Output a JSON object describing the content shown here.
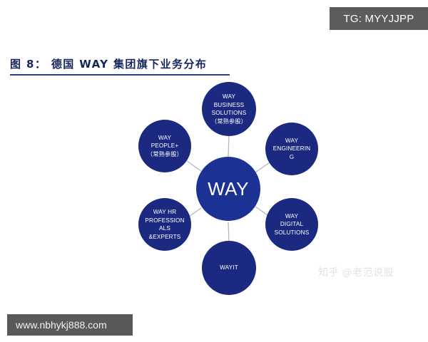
{
  "overlays": {
    "tg_badge": "TG: MYYJJPP",
    "site_badge": "www.nbhykj888.com",
    "zhihu_watermark": "知乎 @老范说股"
  },
  "figure": {
    "title": "图 8： 德国 WAY 集团旗下业务分布"
  },
  "chart_data": {
    "type": "diagram",
    "layout": "hub-and-spoke",
    "title": "图 8： 德国 WAY 集团旗下业务分布",
    "hub": {
      "id": "way",
      "label": "WAY",
      "color": "#1c3194"
    },
    "node_color": "#1b2a80",
    "link_color": "#b2b2ba",
    "nodes": [
      {
        "id": "way-business-solutions",
        "position": "top",
        "label": "WAY\nBUSINESS\nSOLUTIONS\n（常熟参股）"
      },
      {
        "id": "way-people-plus",
        "position": "upper-left",
        "label": "WAY\nPEOPLE+\n（常熟参股）"
      },
      {
        "id": "way-engineering",
        "position": "upper-right",
        "label": "WAY\nENGINEERIN\nG"
      },
      {
        "id": "way-hr-professionals-experts",
        "position": "lower-left",
        "label": "WAY HR\nPROFESSION\nALS\n&EXPERTS"
      },
      {
        "id": "way-digital-solutions",
        "position": "lower-right",
        "label": "WAY\nDIGITAL\nSOLUTIONS"
      },
      {
        "id": "wayit",
        "position": "bottom",
        "label": "WAYIT"
      }
    ]
  }
}
